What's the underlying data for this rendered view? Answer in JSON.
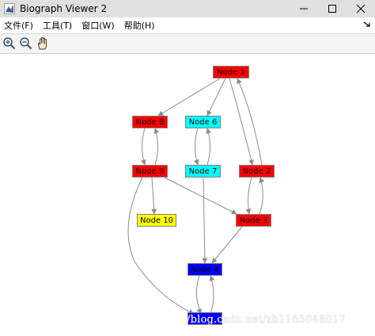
{
  "window": {
    "title": "Biograph Viewer 2"
  },
  "menu": {
    "items": [
      {
        "label": "文件(F)"
      },
      {
        "label": "工具(T)"
      },
      {
        "label": "窗口(W)"
      },
      {
        "label": "帮助(H)"
      }
    ]
  },
  "toolbar": {
    "icons": [
      "zoom-in-icon",
      "zoom-out-icon",
      "pan-hand-icon"
    ]
  },
  "graph": {
    "nodes": [
      {
        "id": "node1",
        "label": "Node 1",
        "color": "#ff0000"
      },
      {
        "id": "node8",
        "label": "Node 8",
        "color": "#ff0000"
      },
      {
        "id": "node6",
        "label": "Node 6",
        "color": "#00ffff"
      },
      {
        "id": "node9",
        "label": "Node 9",
        "color": "#ff0000"
      },
      {
        "id": "node7",
        "label": "Node 7",
        "color": "#00ffff"
      },
      {
        "id": "node2",
        "label": "Node 2",
        "color": "#ff0000"
      },
      {
        "id": "node10",
        "label": "Node 10",
        "color": "#ffff00"
      },
      {
        "id": "node3",
        "label": "Node 3",
        "color": "#ff0000"
      },
      {
        "id": "node4",
        "label": "Node 4",
        "color": "#0000ff"
      },
      {
        "id": "node5",
        "label": "",
        "color": "#0000ff"
      }
    ],
    "edge_color": "#8c8c8c"
  },
  "watermark": {
    "text": "/blog.csdn.net/zb1165048017"
  }
}
